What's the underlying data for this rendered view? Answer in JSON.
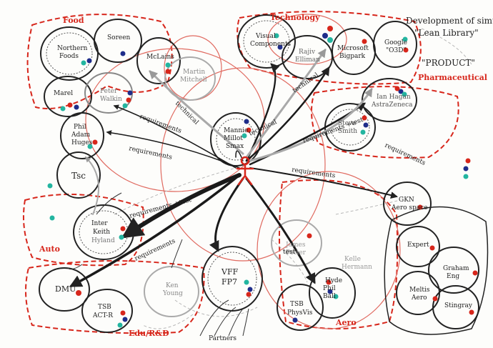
{
  "title": {
    "line1": "Development of simul",
    "line2": "\"Lean Library\"",
    "line3": "\"PRODUCT\""
  },
  "sectors": {
    "food": "Food",
    "technology": "Technology",
    "pharmaceutical": "Pharmaceutical",
    "auto": "Auto",
    "edu_rd": "Edu/R&D",
    "aero": "Aero"
  },
  "nodes": {
    "northern_foods": [
      "Northern",
      "Foods"
    ],
    "soreen": "Soreen",
    "mclains": "McLains",
    "marel": "Marel",
    "peter": [
      "Peter",
      "Walkin"
    ],
    "martin": [
      "Martin",
      "Mitchell"
    ],
    "phil": [
      "Phil",
      "Adam",
      "Huges"
    ],
    "tsc": "Tsc",
    "visual": [
      "Visual",
      "Components"
    ],
    "rajiv": [
      "Rajiv",
      "Elliman"
    ],
    "microsoft": [
      "Microsoft",
      "Bigpark"
    ],
    "google": [
      "Google",
      "\"O3D\""
    ],
    "center": [
      "Mannie",
      "Millot",
      "Smax"
    ],
    "steve": [
      "Steve",
      "Smith"
    ],
    "ian": [
      "Ian Hagan",
      "AstraZeneca"
    ],
    "inter": [
      "Inter",
      "Keith",
      "Hyland"
    ],
    "dmu": "DMU",
    "tsb_actr": [
      "TSB",
      "ACT-R"
    ],
    "ken": [
      "Ken",
      "Young"
    ],
    "vff": [
      "VFF",
      "FP7"
    ],
    "james": [
      "James",
      "Potter"
    ],
    "kelle": [
      "Kelle",
      "Hermann"
    ],
    "hyde": [
      "Hyde",
      "Phil",
      "Ball"
    ],
    "tsb_physvis": [
      "TSB",
      "PhysVis"
    ],
    "gkn": [
      "GKN",
      "Aero space"
    ],
    "expert": "Expert",
    "graham": [
      "Graham",
      "Eng"
    ],
    "meltis": [
      "Meltis",
      "Aero"
    ],
    "stingray": "Stingray",
    "partners": "Partners"
  },
  "edge_labels": {
    "req1": "requirements",
    "req2": "requirements",
    "tech1": "technical",
    "tech2": "technical",
    "tech3": "technical",
    "req_test1": "requirements +test",
    "req_test2": "requirements +test",
    "req3": "requirements",
    "req4": "requirements",
    "req5": "requirements",
    "test": "test"
  },
  "colors": {
    "red_marker": "#d7261b",
    "blue_marker": "#1f2d8a",
    "teal_marker": "#23b5a0",
    "pen": "#222222",
    "grey_pencil": "#9a9a9a"
  }
}
